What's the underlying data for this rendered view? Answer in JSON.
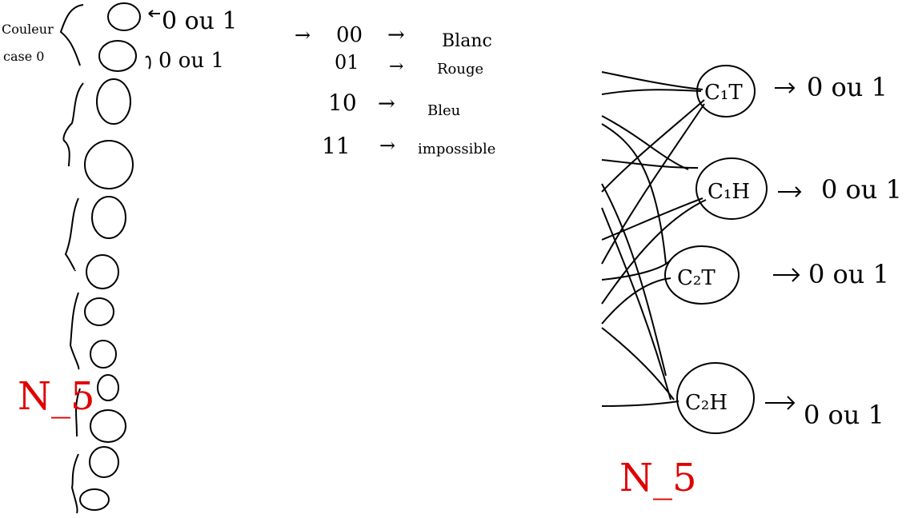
{
  "left_column": {
    "heading_line1": "Couleur",
    "heading_line2": "case 0",
    "cell_value_1": "0 ou 1",
    "cell_value_2": "0 ou 1",
    "label_red": "N_5"
  },
  "legend": [
    {
      "code": "00",
      "arrow": "→",
      "meaning": "Blanc"
    },
    {
      "code": "01",
      "arrow": "→",
      "meaning": "Rouge"
    },
    {
      "code": "10",
      "arrow": "→",
      "meaning": "Bleu"
    },
    {
      "code": "11",
      "arrow": "→",
      "meaning": "impossible"
    }
  ],
  "network": {
    "nodes": [
      {
        "id": "c1t",
        "label": "C₁T",
        "output": "0 ou 1"
      },
      {
        "id": "c1h",
        "label": "C₁H",
        "output": "0 ou 1"
      },
      {
        "id": "c2t",
        "label": "C₂T",
        "output": "0 ou 1"
      },
      {
        "id": "c2h",
        "label": "C₂H",
        "output": "0 ou 1"
      }
    ],
    "label_red": "N_5"
  }
}
